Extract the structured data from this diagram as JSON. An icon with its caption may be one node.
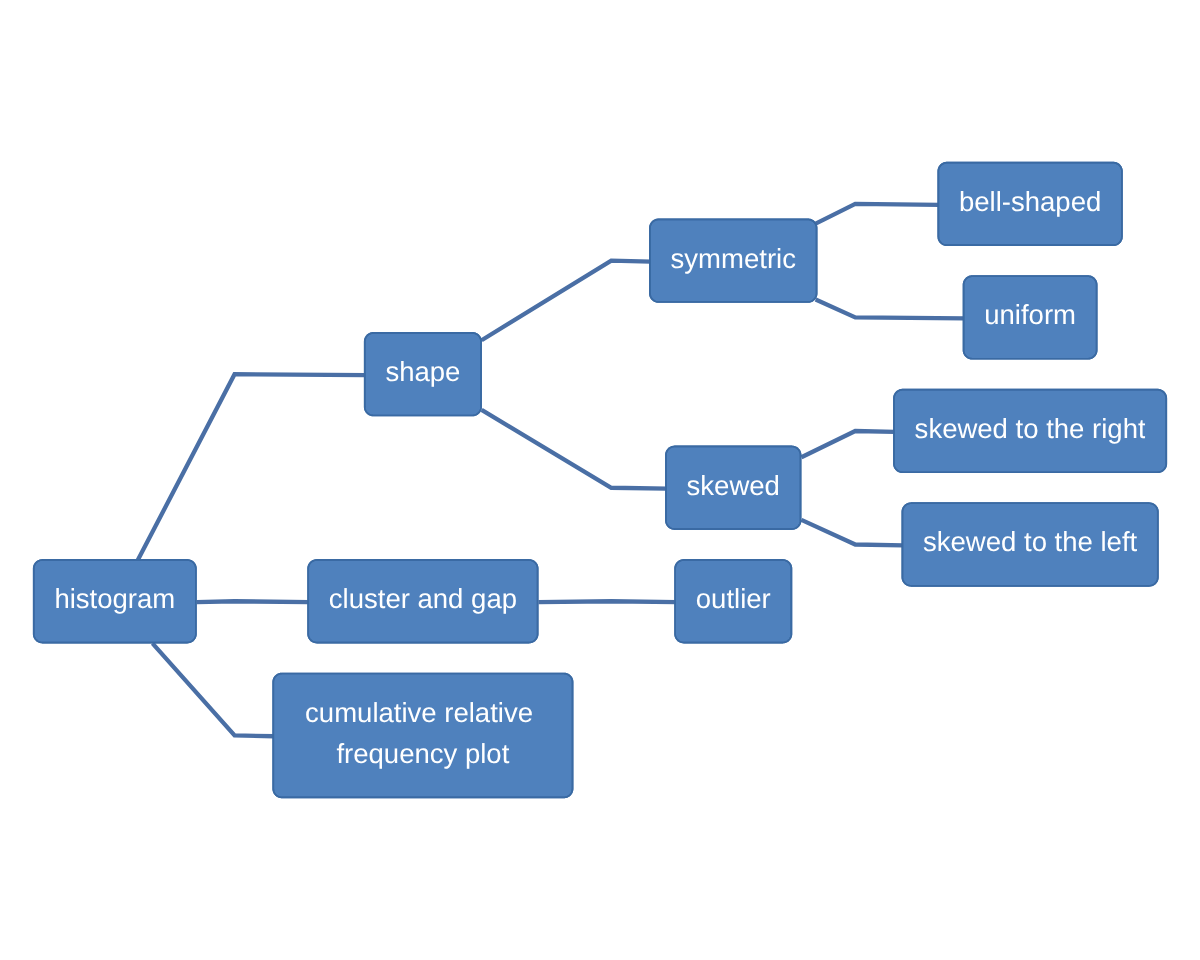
{
  "diagram": {
    "nodes": [
      {
        "text": [
          "histogram"
        ]
      },
      {
        "text": [
          "shape"
        ]
      },
      {
        "text": [
          "symmetric"
        ]
      },
      {
        "text": [
          "bell-shaped"
        ]
      },
      {
        "text": [
          "uniform"
        ]
      },
      {
        "text": [
          "skewed"
        ]
      },
      {
        "text": [
          "skewed to the right"
        ]
      },
      {
        "text": [
          "skewed to the left"
        ]
      },
      {
        "text": [
          "cluster and gap"
        ]
      },
      {
        "text": [
          "outlier"
        ]
      },
      {
        "text": [
          "cumulative relative frequency plot"
        ]
      }
    ],
    "edges": [
      {
        "from": 0,
        "to": 1,
        "arrow": "none"
      },
      {
        "from": 0,
        "to": 8,
        "arrow": "none"
      },
      {
        "from": 0,
        "to": 10,
        "arrow": "none"
      },
      {
        "from": 1,
        "to": 2,
        "arrow": "none"
      },
      {
        "from": 1,
        "to": 5,
        "arrow": "none"
      },
      {
        "from": 2,
        "to": 3,
        "arrow": "none"
      },
      {
        "from": 2,
        "to": 4,
        "arrow": "none"
      },
      {
        "from": 5,
        "to": 6,
        "arrow": "none"
      },
      {
        "from": 5,
        "to": 7,
        "arrow": "none"
      },
      {
        "from": 8,
        "to": 9,
        "arrow": "none"
      }
    ]
  }
}
